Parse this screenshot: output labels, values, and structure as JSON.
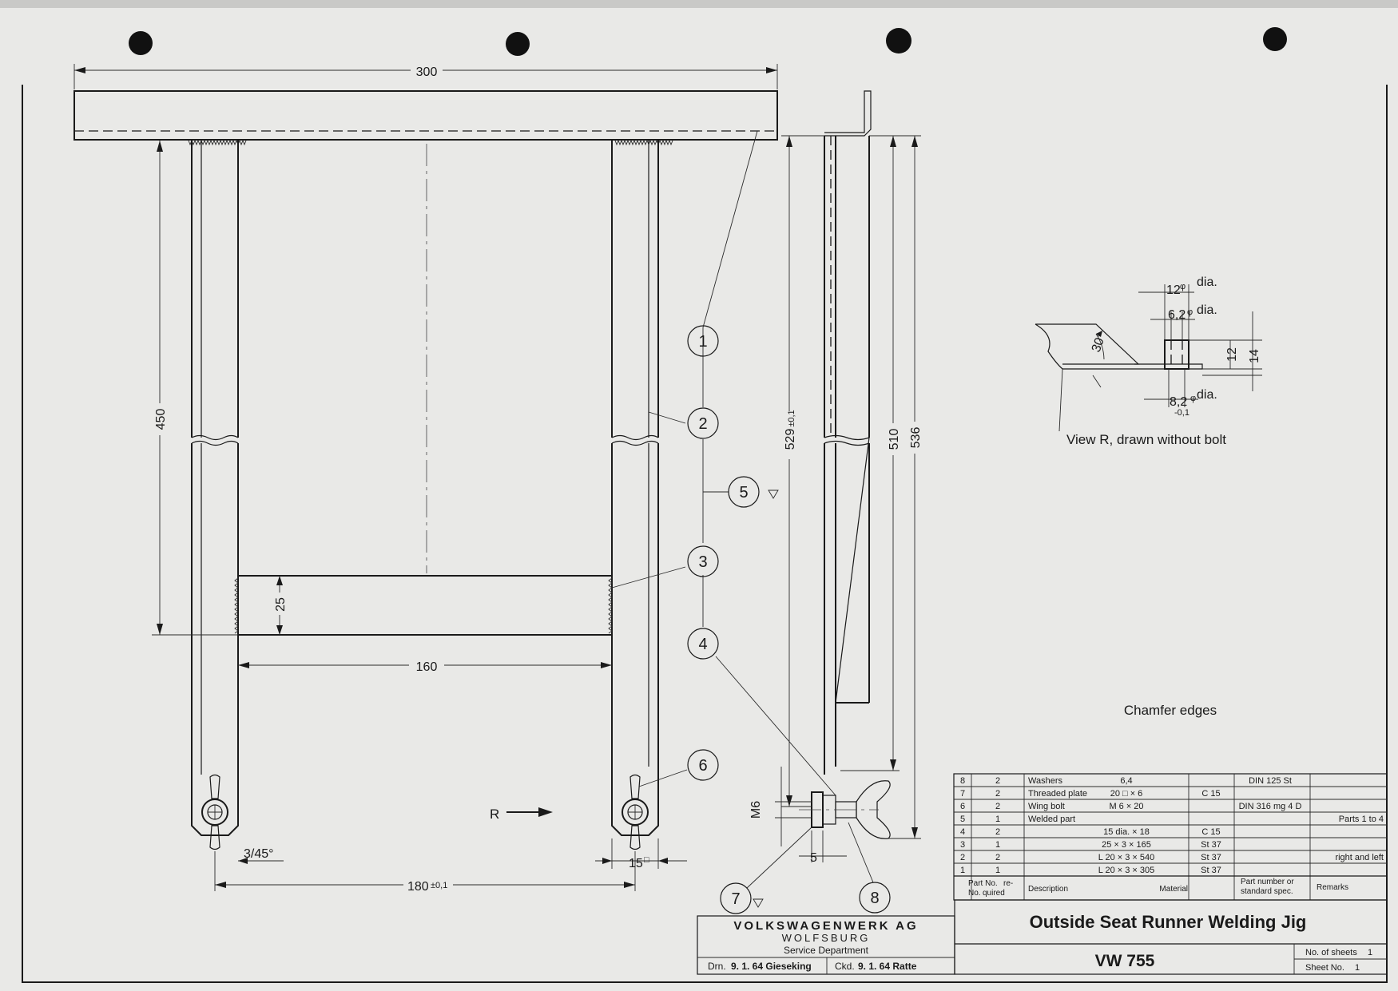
{
  "dimensions": {
    "d300": "300",
    "d450": "450",
    "d25": "25",
    "d160": "160",
    "d180": "180",
    "d180_tol": "±0,1",
    "d3_45": "3/45°",
    "d15": "15",
    "d15_sym": "□",
    "d529": "529",
    "d529_tol": "±0,1",
    "d510": "510",
    "d536": "536",
    "dM6": "M6",
    "d5": "5",
    "d12dia": "12",
    "d62dia": "6,2",
    "d82dia": "8,2",
    "d82_tol": "-0,1",
    "dia": "dia.",
    "d30": "30°",
    "d12": "12",
    "d14": "14",
    "phi": "φ"
  },
  "balloons": [
    "1",
    "2",
    "3",
    "4",
    "5",
    "6",
    "7",
    "8"
  ],
  "labels": {
    "view_r": "View R, drawn without bolt",
    "chamfer": "Chamfer edges",
    "view_arrow": "R"
  },
  "parts_list": [
    {
      "no": "8",
      "qty": "2",
      "description": "Washers",
      "size": "6,4",
      "material": "",
      "spec": "DIN 125 St",
      "remarks": ""
    },
    {
      "no": "7",
      "qty": "2",
      "description": "Threaded plate",
      "size": "20 □ × 6",
      "material": "C 15",
      "spec": "",
      "remarks": ""
    },
    {
      "no": "6",
      "qty": "2",
      "description": "Wing bolt",
      "size": "M 6 × 20",
      "material": "",
      "spec": "DIN 316 mg 4 D",
      "remarks": ""
    },
    {
      "no": "5",
      "qty": "1",
      "description": "Welded part",
      "size": "",
      "material": "",
      "spec": "",
      "remarks": "Parts 1 to 4"
    },
    {
      "no": "4",
      "qty": "2",
      "description": "",
      "size": "15 dia. × 18",
      "material": "C 15",
      "spec": "",
      "remarks": ""
    },
    {
      "no": "3",
      "qty": "1",
      "description": "",
      "size": "25 × 3 × 165",
      "material": "St 37",
      "spec": "",
      "remarks": ""
    },
    {
      "no": "2",
      "qty": "2",
      "description": "",
      "size": "L 20 × 3 × 540",
      "material": "St 37",
      "spec": "",
      "remarks": "right and left"
    },
    {
      "no": "1",
      "qty": "1",
      "description": "",
      "size": "L 20 × 3 × 305",
      "material": "St 37",
      "spec": "",
      "remarks": ""
    }
  ],
  "parts_header": {
    "part_no": "Part No.",
    "part_no_2": "No.",
    "qty_1": "re-",
    "qty_2": "quired",
    "description": "Description",
    "material": "Material",
    "spec_1": "Part number or",
    "spec_2": "standard spec.",
    "remarks": "Remarks"
  },
  "title_block": {
    "company": "VOLKSWAGENWERK AG",
    "city": "WOLFSBURG",
    "department": "Service Department",
    "drawn_label": "Drn.",
    "drawn": "9. 1. 64 Gieseking",
    "checked_label": "Ckd.",
    "checked": "9. 1. 64 Ratte",
    "title": "Outside Seat Runner Welding Jig",
    "number": "VW 755",
    "sheets_label": "No. of sheets",
    "sheets": "1",
    "sheet_no_label": "Sheet No.",
    "sheet_no": "1"
  },
  "colors": {
    "paper": "#e9e9e7",
    "ink": "#1a1a1a"
  }
}
